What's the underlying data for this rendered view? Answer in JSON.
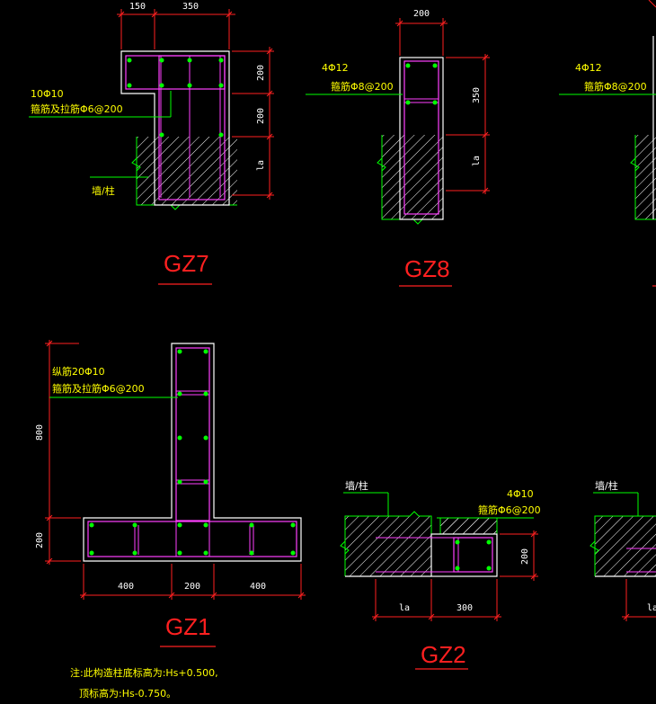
{
  "colors": {
    "background": "#000000",
    "outline": "#ffffff",
    "dimension": "#ff2020",
    "rebar": "#ff40ff",
    "dot": "#00ff00",
    "leader": "#00ff00",
    "note": "#ffff00",
    "title": "#ff2020"
  },
  "gz7": {
    "title": "GZ7",
    "dim_top_1": "150",
    "dim_top_2": "350",
    "dim_right_1": "200",
    "dim_right_2": "200",
    "dim_right_3": "la",
    "note_line1": "10Φ10",
    "note_line2": "箍筋及拉筋Φ6@200",
    "wall_label": "墙/柱"
  },
  "gz8": {
    "title": "GZ8",
    "dim_top": "200",
    "dim_right_1": "350",
    "dim_right_2": "la",
    "note_line1": "4Φ12",
    "note_line2": "箍筋Φ8@200"
  },
  "partial_right": {
    "note_line1": "4Φ12",
    "note_line2": "箍筋Φ8@200"
  },
  "gz1": {
    "title": "GZ1",
    "dim_left_1": "800",
    "dim_left_2": "200",
    "dim_bottom_1": "400",
    "dim_bottom_2": "200",
    "dim_bottom_3": "400",
    "note_line1": "纵筋20Φ10",
    "note_line2": "箍筋及拉筋Φ6@200",
    "footnote_line1": "注:此构造柱底标高为:Hs+0.500,",
    "footnote_line2": "顶标高为:Hs-0.750。"
  },
  "gz2": {
    "title": "GZ2",
    "wall_label": "墙/柱",
    "note_line1": "4Φ10",
    "note_line2": "箍筋Φ6@200",
    "dim_right": "200",
    "dim_bottom_1": "la",
    "dim_bottom_2": "300"
  },
  "partial_bottom_right": {
    "wall_label": "墙/柱",
    "dim_bottom": "la"
  }
}
